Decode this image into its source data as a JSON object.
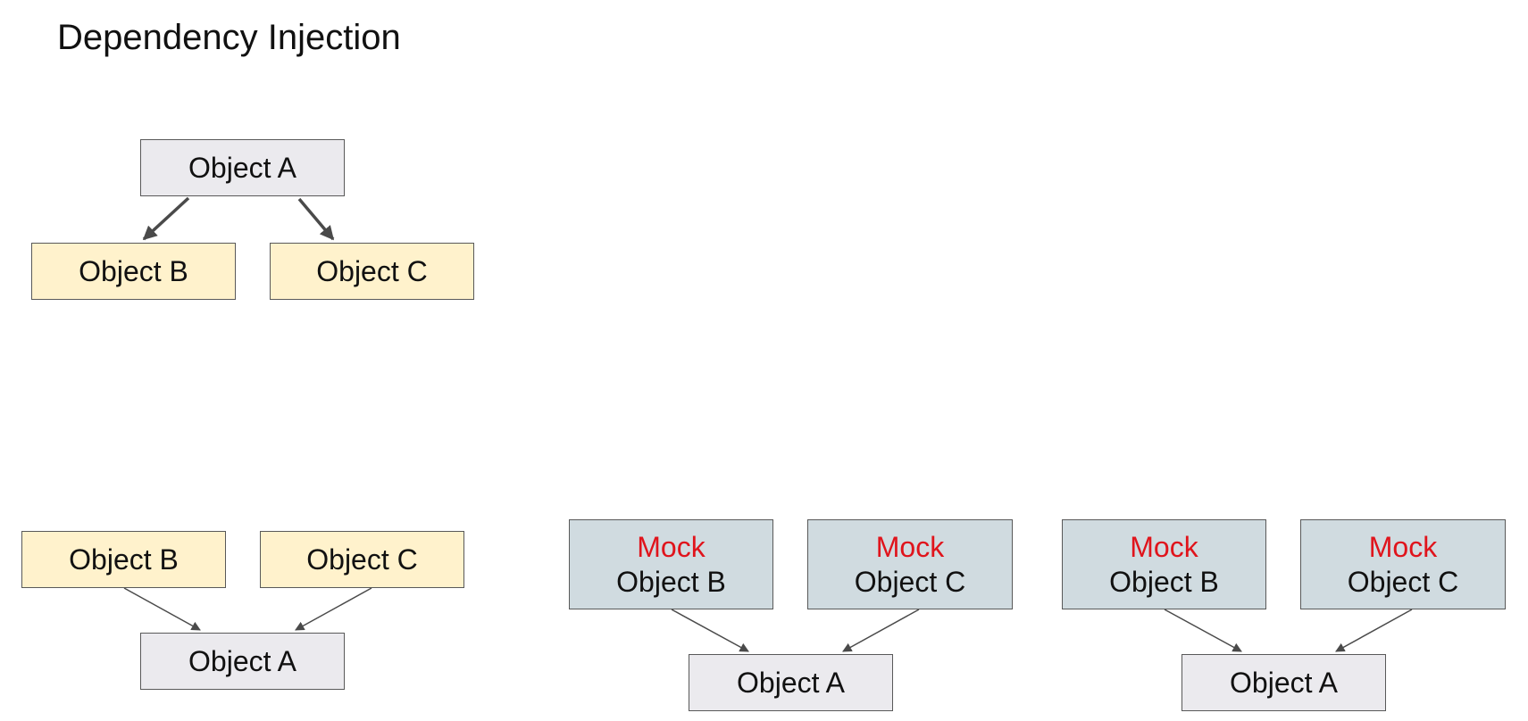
{
  "title": "Dependency Injection",
  "colors": {
    "object_fill": "#ebeaee",
    "dependency_fill": "#fff2cc",
    "mock_fill": "#d0dbe0",
    "mock_text": "#e0141c",
    "stroke": "#595959"
  },
  "diagrams": [
    {
      "parent": "Object A",
      "children": [
        "Object B",
        "Object C"
      ]
    },
    {
      "target": "Object A",
      "sources": [
        "Object B",
        "Object C"
      ]
    },
    {
      "target": "Object A",
      "sources": [
        {
          "tag": "Mock",
          "label": "Object B"
        },
        {
          "tag": "Mock",
          "label": "Object C"
        }
      ]
    },
    {
      "target": "Object A",
      "sources": [
        {
          "tag": "Mock",
          "label": "Object B"
        },
        {
          "tag": "Mock",
          "label": "Object C"
        }
      ]
    }
  ]
}
